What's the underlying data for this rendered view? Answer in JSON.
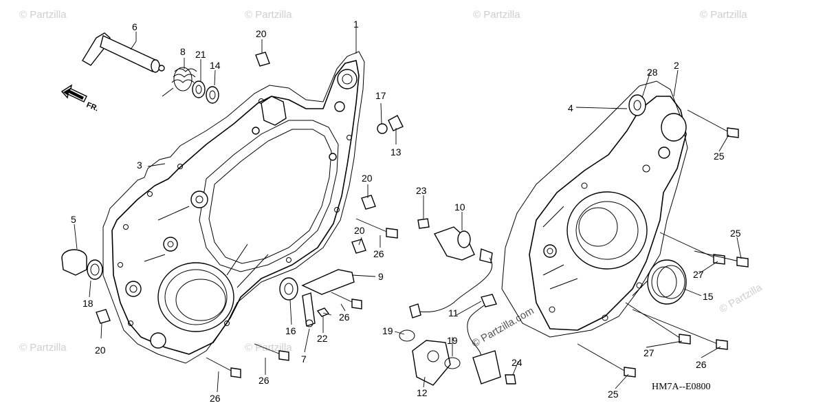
{
  "diagram": {
    "code": "HM7A--E0800",
    "direction_label": "FR.",
    "watermark": "© Partzilla",
    "watermark_center": "© Partzilla.com",
    "callouts": [
      {
        "id": "c1",
        "text": "1"
      },
      {
        "id": "c2",
        "text": "2"
      },
      {
        "id": "c3",
        "text": "3"
      },
      {
        "id": "c4",
        "text": "4"
      },
      {
        "id": "c5",
        "text": "5"
      },
      {
        "id": "c6",
        "text": "6"
      },
      {
        "id": "c7",
        "text": "7"
      },
      {
        "id": "c8",
        "text": "8"
      },
      {
        "id": "c9",
        "text": "9"
      },
      {
        "id": "c10",
        "text": "10"
      },
      {
        "id": "c11",
        "text": "11"
      },
      {
        "id": "c12",
        "text": "12"
      },
      {
        "id": "c13",
        "text": "13"
      },
      {
        "id": "c14",
        "text": "14"
      },
      {
        "id": "c15",
        "text": "15"
      },
      {
        "id": "c16",
        "text": "16"
      },
      {
        "id": "c17",
        "text": "17"
      },
      {
        "id": "c18",
        "text": "18"
      },
      {
        "id": "c19a",
        "text": "19"
      },
      {
        "id": "c19b",
        "text": "19"
      },
      {
        "id": "c20a",
        "text": "20"
      },
      {
        "id": "c20b",
        "text": "20"
      },
      {
        "id": "c20c",
        "text": "20"
      },
      {
        "id": "c20d",
        "text": "20"
      },
      {
        "id": "c21",
        "text": "21"
      },
      {
        "id": "c22",
        "text": "22"
      },
      {
        "id": "c23",
        "text": "23"
      },
      {
        "id": "c24",
        "text": "24"
      },
      {
        "id": "c25a",
        "text": "25"
      },
      {
        "id": "c25b",
        "text": "25"
      },
      {
        "id": "c25c",
        "text": "25"
      },
      {
        "id": "c26a",
        "text": "26"
      },
      {
        "id": "c26b",
        "text": "26"
      },
      {
        "id": "c26c",
        "text": "26"
      },
      {
        "id": "c26d",
        "text": "26"
      },
      {
        "id": "c27a",
        "text": "27"
      },
      {
        "id": "c27b",
        "text": "27"
      },
      {
        "id": "c28",
        "text": "28"
      }
    ]
  }
}
